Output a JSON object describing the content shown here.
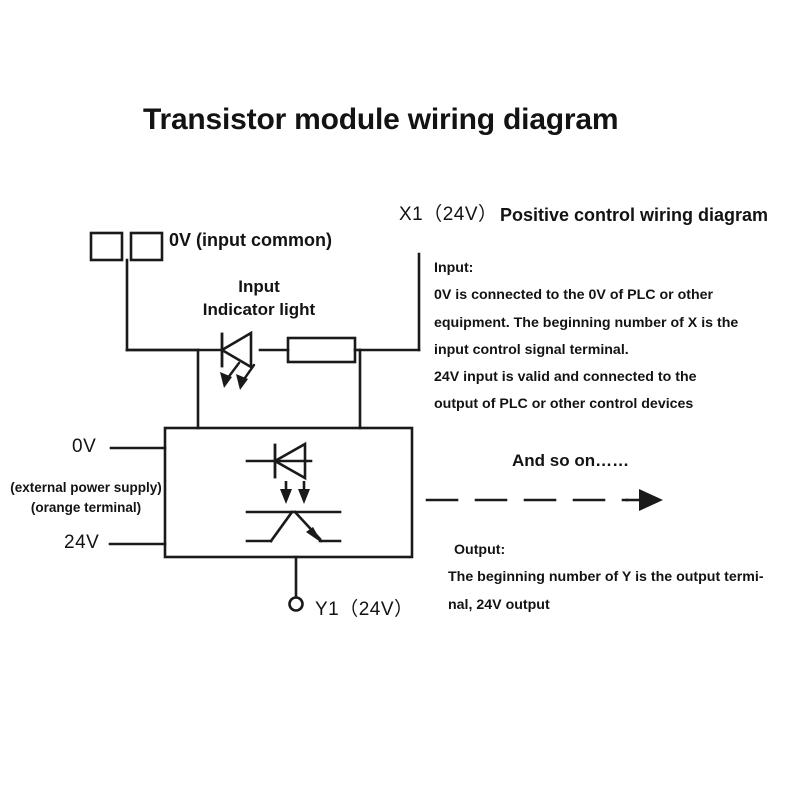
{
  "title": "Transistor module wiring diagram",
  "header": {
    "terminal_x1": "X1（24V）",
    "subtitle": "Positive control wiring diagram"
  },
  "diagram": {
    "common_terminal_label": "0V (input common)",
    "indicator_label_line1": "Input",
    "indicator_label_line2": "Indicator light",
    "supply_0v": "0V",
    "supply_24v": "24V",
    "supply_note_line1": "(external power supply)",
    "supply_note_line2": "(orange terminal)",
    "output_terminal_label": "Y1（24V）",
    "and_so_on": "And so on……"
  },
  "input_description": {
    "heading": "Input:",
    "line1": "0V is connected to the 0V of PLC or other",
    "line2": "equipment. The beginning number of X is the",
    "line3": "input control signal terminal.",
    "line4": "24V input is valid and connected to the",
    "line5": "output of PLC or other control devices"
  },
  "output_description": {
    "heading": "Output:",
    "line1": "The beginning number of Y is the output termi-",
    "line2": "nal, 24V output"
  },
  "colors": {
    "background": "#ffffff",
    "ink": "#131313",
    "wire": "#1a1a1a"
  }
}
